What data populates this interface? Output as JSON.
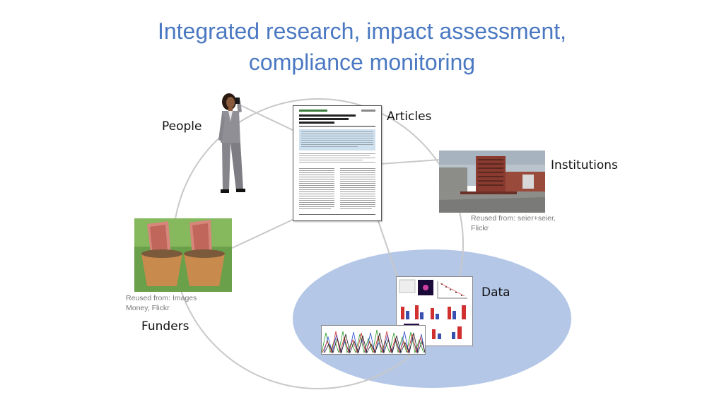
{
  "title": {
    "line1": "Integrated research, impact assessment,",
    "line2": "compliance monitoring"
  },
  "nodes": {
    "people": "People",
    "articles": "Articles",
    "institutions": "Institutions",
    "data": "Data",
    "funders": "Funders"
  },
  "credits": {
    "institutions_line1": "Reused from: seier+seier,",
    "institutions_line2": "Flickr",
    "funders_line1": "Reused from: Images",
    "funders_line2": "Money, Flickr"
  },
  "colors": {
    "title": "#4a78c2",
    "data_ellipse": "#b4c7e7",
    "connector": "#c8c8c8"
  }
}
